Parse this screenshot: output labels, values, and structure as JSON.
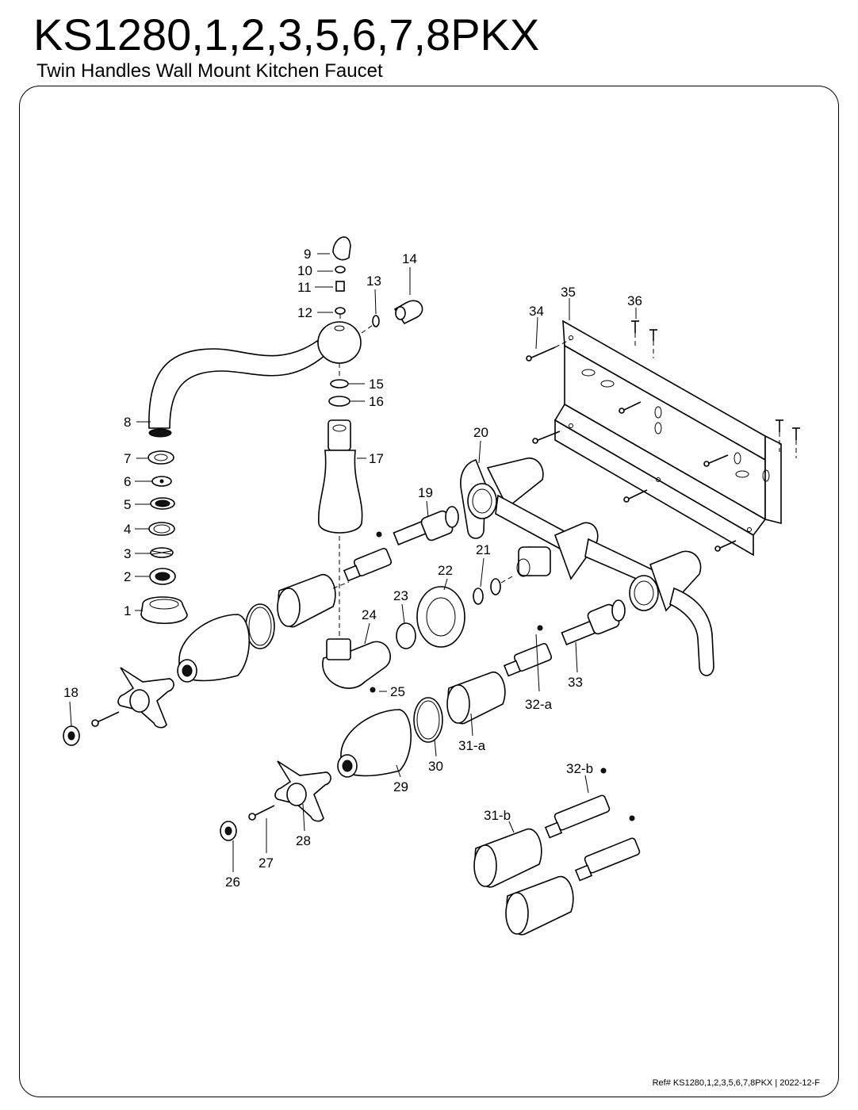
{
  "header": {
    "title": "KS1280,1,2,3,5,6,7,8PKX",
    "subtitle": "Twin Handles Wall Mount Kitchen Faucet"
  },
  "footer": {
    "reference": "Ref# KS1280,1,2,3,5,6,7,8PKX | 2022-12-F"
  },
  "callouts": {
    "p1": "1",
    "p2": "2",
    "p3": "3",
    "p4": "4",
    "p5": "5",
    "p6": "6",
    "p7": "7",
    "p8": "8",
    "p9": "9",
    "p10": "10",
    "p11": "11",
    "p12": "12",
    "p13": "13",
    "p14": "14",
    "p15": "15",
    "p16": "16",
    "p17": "17",
    "p18": "18",
    "p19": "19",
    "p20": "20",
    "p21": "21",
    "p22": "22",
    "p23": "23",
    "p24": "24",
    "p25": "25",
    "p26": "26",
    "p27": "27",
    "p28": "28",
    "p29": "29",
    "p30": "30",
    "p31a": "31-a",
    "p31b": "31-b",
    "p32a": "32-a",
    "p32b": "32-b",
    "p33": "33",
    "p34": "34",
    "p35": "35",
    "p36": "36"
  }
}
